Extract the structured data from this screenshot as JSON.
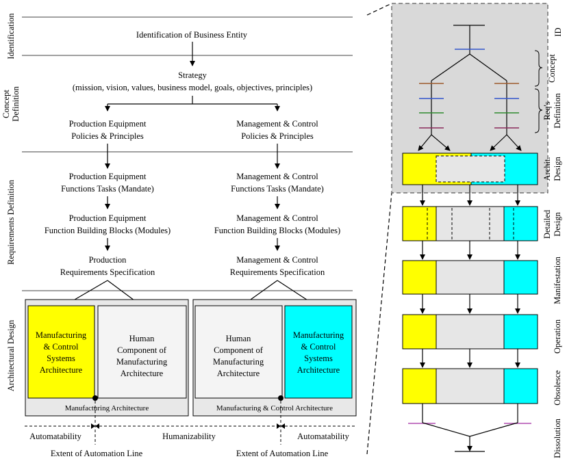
{
  "colors": {
    "yellow": "#ffff00",
    "cyan": "#00ffff",
    "light_gray": "#e6e6e6",
    "panel_gray": "#d9d9d9",
    "box_white": "#f4f4f4",
    "req_brown": "#9e5a2c",
    "req_blue": "#3355cc",
    "req_green": "#2e8b2e",
    "req_purple": "#8a2a5a",
    "dissolution_purple": "#b04cb0"
  },
  "left_phases": {
    "identification": "Identification",
    "concept_line1": "Concept",
    "concept_line2": "Definition",
    "requirements": "Requirements Definition",
    "architectural": "Architectural Design"
  },
  "flow": {
    "business_entity": "Identification of  Business Entity",
    "strategy_title": "Strategy",
    "strategy_detail": "(mission, vision, values, business model, goals, objectives, principles)",
    "pe_policies_1": "Production Equipment",
    "pe_policies_2": "Policies & Principles",
    "mc_policies_1": "Management & Control",
    "mc_policies_2": "Policies & Principles",
    "pe_functions_1": "Production Equipment",
    "pe_functions_2": "Functions Tasks (Mandate)",
    "mc_functions_1": "Management & Control",
    "mc_functions_2": "Functions Tasks (Mandate)",
    "pe_blocks_1": "Production Equipment",
    "pe_blocks_2": "Function Building Blocks (Modules)",
    "mc_blocks_1": "Management & Control",
    "mc_blocks_2": "Function Building Blocks (Modules)",
    "prod_spec_1": "Production",
    "prod_spec_2": "Requirements Specification",
    "mc_spec_1": "Management & Control",
    "mc_spec_2": "Requirements Specification"
  },
  "architecture": {
    "mcs_left": [
      "Manufacturing",
      "& Control",
      "Systems",
      "Architecture"
    ],
    "human_left": [
      "Human",
      "Component of",
      "Manufacturing",
      "Architecture"
    ],
    "human_right": [
      "Human",
      "Component of",
      "Manufacturing",
      "Architecture"
    ],
    "mcs_right": [
      "Manufacturing",
      "& Control",
      "Systems",
      "Architecture"
    ],
    "manufacturing_arch_label": "Manufacturing Architecture",
    "mc_arch_label": "Manufacturing & Control Architecture"
  },
  "bottom": {
    "automatability_left": "Automatability",
    "humanizability": "Humanizability",
    "automatability_right": "Automatability",
    "extent_left": "Extent of Automation Line",
    "extent_right": "Extent of Automation Line"
  },
  "right_phases": {
    "id": "ID",
    "concept": "Concept",
    "reqs_line1": "Req's",
    "reqs_line2": "Definition",
    "archit_line1": "Archit.",
    "archit_line2": "Design",
    "detailed_line1": "Detailed",
    "detailed_line2": "Design",
    "manifestation": "Manifestation",
    "operation": "Operation",
    "obsolesence": "Obsolesce",
    "dissolution": "Dissolution"
  }
}
